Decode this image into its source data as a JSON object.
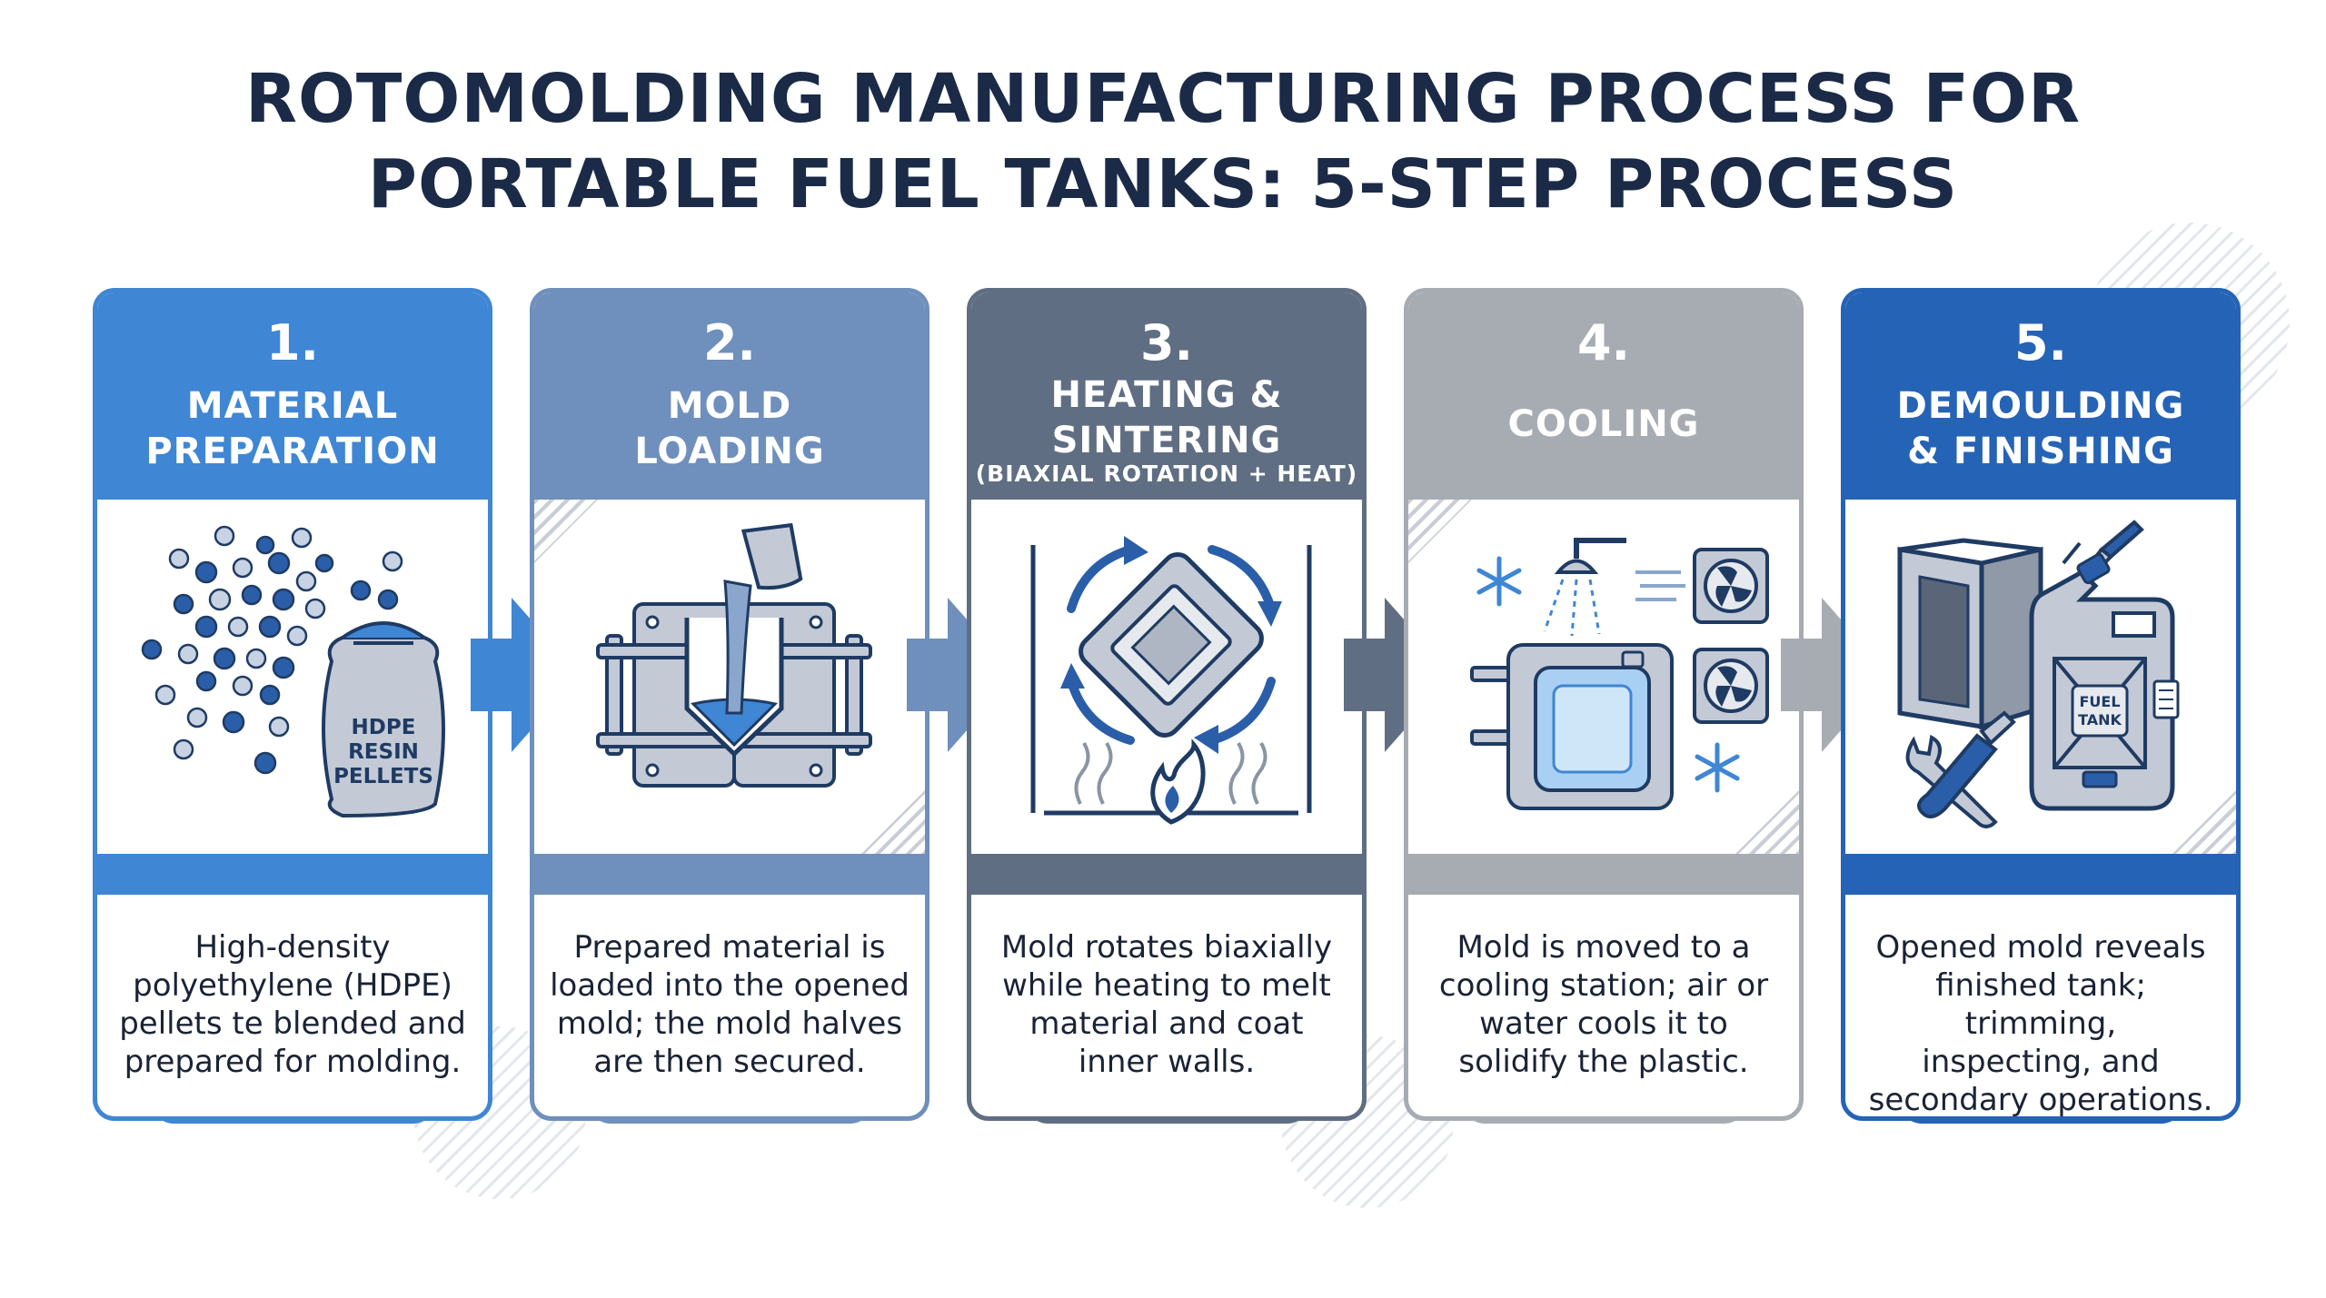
{
  "title": {
    "line1": "ROTOMOLDING MANUFACTURING PROCESS FOR",
    "line2": "PORTABLE FUEL TANKS: 5-STEP PROCESS"
  },
  "colors": {
    "step1": "#3f86d4",
    "step2": "#6f8fbc",
    "step3": "#5f6e82",
    "step4": "#a7acb3",
    "step5": "#2563b6"
  },
  "steps": [
    {
      "number": "1.",
      "title_line1": "MATERIAL",
      "title_line2": "PREPARATION",
      "icon": "hdpe-pellets-icon",
      "icon_label": [
        "HDPE",
        "RESIN",
        "PELLETS"
      ],
      "description": [
        "High-density",
        "polyethylene (HDPE)",
        "pellets te blended and",
        "prepared for molding."
      ]
    },
    {
      "number": "2.",
      "title_line1": "MOLD",
      "title_line2": "LOADING",
      "icon": "mold-loading-icon",
      "description": [
        "Prepared material is",
        "loaded into the opened",
        "mold; the mold halves",
        "are then secured."
      ]
    },
    {
      "number": "3.",
      "title_line1": "HEATING &",
      "title_line2": "SINTERING",
      "subtitle": "(BIAXIAL ROTATION + HEAT)",
      "icon": "rotation-heat-icon",
      "description": [
        "Mold rotates biaxially",
        "while heating to melt",
        "material and coat",
        "inner walls."
      ]
    },
    {
      "number": "4.",
      "title_line1": "COOLING",
      "icon": "cooling-station-icon",
      "description": [
        "Mold is moved to a",
        "cooling station; air or",
        "water cools it to",
        "solidify the plastic."
      ]
    },
    {
      "number": "5.",
      "title_line1": "DEMOULDING",
      "title_line2": "& FINISHING",
      "icon": "fuel-tank-icon",
      "icon_label": [
        "FUEL",
        "TANK"
      ],
      "description": [
        "Opened mold reveals",
        "finished tank; trimming,",
        "inspecting, and",
        "secondary operations."
      ]
    }
  ]
}
